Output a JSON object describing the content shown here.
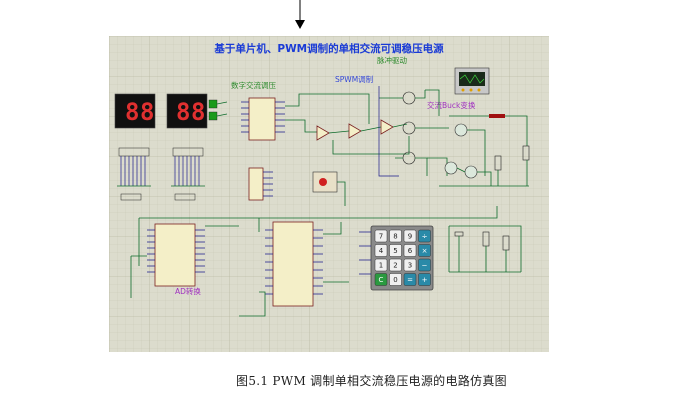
{
  "schematic": {
    "title": "基于单片机、PWM调制的单相交流可调稳压电源",
    "labels": {
      "pulse_drive": "脉冲驱动",
      "digital_ac_regulation": "数字交流调压",
      "spwm_modulation": "SPWM调制",
      "ac_buck": "交流Buck变换",
      "ad_conversion": "AD转换"
    },
    "seven_segment_displays": [
      {
        "digits": [
          "8",
          "8"
        ],
        "color": "#e03030"
      },
      {
        "digits": [
          "8",
          "8"
        ],
        "color": "#e03030"
      }
    ],
    "keypad": {
      "keys": [
        "7",
        "8",
        "9",
        "÷",
        "4",
        "5",
        "6",
        "×",
        "1",
        "2",
        "3",
        "−",
        "C",
        "0",
        "=",
        "+"
      ]
    },
    "colors": {
      "title": "#1a3bd6",
      "grid_background": "#dcdccd",
      "wire": "#0d6b2a"
    }
  },
  "caption": {
    "text": "图5.1 PWM 调制单相交流稳压电源的电路仿真图"
  }
}
